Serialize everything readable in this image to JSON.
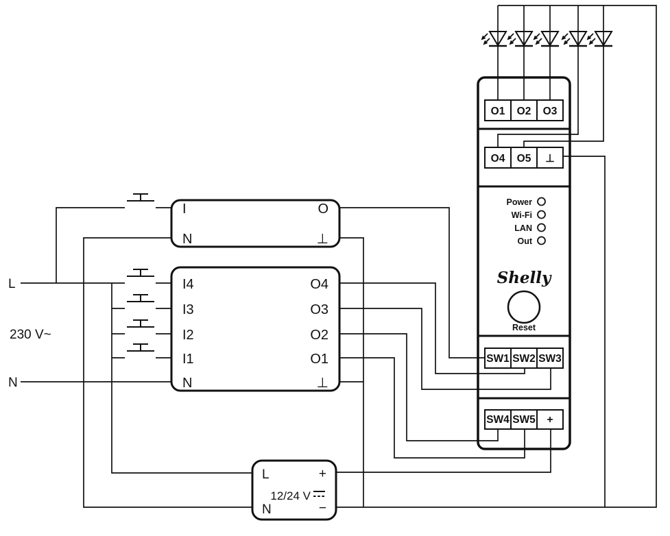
{
  "mains": {
    "line": "L",
    "voltage": "230 V~",
    "neutral": "N"
  },
  "module_single": {
    "input": "I",
    "neutral": "N",
    "output": "O",
    "ground": "⊥"
  },
  "module_quad": {
    "inputs": [
      "I4",
      "I3",
      "I2",
      "I1"
    ],
    "neutral": "N",
    "outputs": [
      "O4",
      "O3",
      "O2",
      "O1"
    ],
    "ground": "⊥"
  },
  "supply": {
    "line": "L",
    "neutral": "N",
    "plus": "+",
    "minus": "−",
    "rating": "12/24 V"
  },
  "device": {
    "brand": "Shelly",
    "reset_label": "Reset",
    "terminals_row1": [
      "O1",
      "O2",
      "O3"
    ],
    "terminals_row2": [
      "O4",
      "O5",
      "⊥"
    ],
    "status": [
      "Power",
      "Wi-Fi",
      "LAN",
      "Out"
    ],
    "sw_row1": [
      "SW1",
      "SW2",
      "SW3"
    ],
    "sw_row2": [
      "SW4",
      "SW5",
      "+"
    ]
  },
  "colors": {
    "ink": "#111111",
    "background": "#ffffff"
  }
}
